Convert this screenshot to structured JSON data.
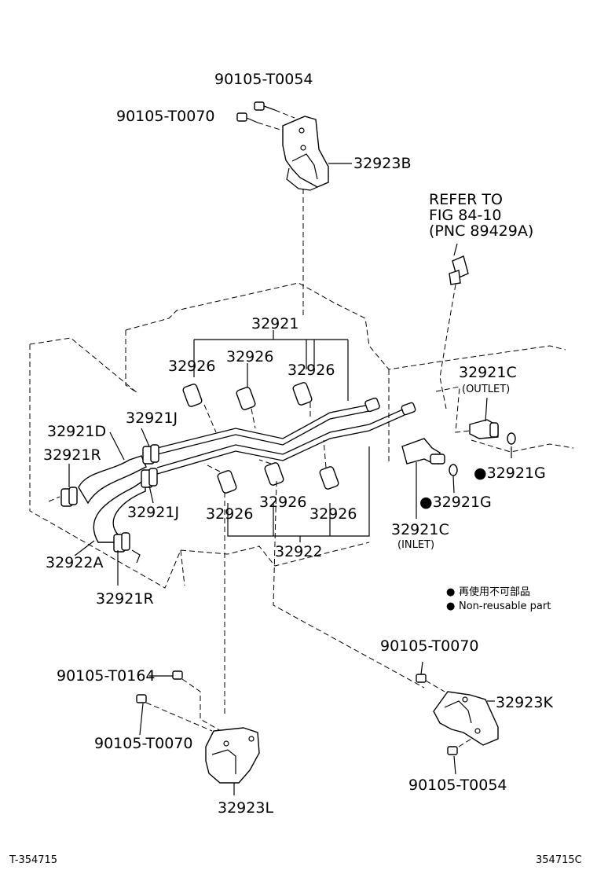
{
  "labels": {
    "bolt_top_1": "90105-T0054",
    "bolt_top_2": "90105-T0070",
    "bracket_b": "32923B",
    "refer_line1": "REFER TO",
    "refer_line2": "FIG 84-10",
    "refer_line3": "(PNC 89429A)",
    "tube_32921": "32921",
    "sleeve_1": "32926",
    "sleeve_2": "32926",
    "sleeve_3": "32926",
    "sleeve_4": "32926",
    "sleeve_5": "32926",
    "sleeve_6": "32926",
    "outlet_union": "32921C",
    "outlet_note": "(OUTLET)",
    "hose_d": "32921D",
    "clamp_j_upper": "32921J",
    "clamp_r_upper": "32921R",
    "clamp_j_lower": "32921J",
    "gasket_g_right": "32921G",
    "gasket_g_mid": "32921G",
    "inlet_union": "32921C",
    "inlet_note": "(INLET)",
    "hose_a": "32922A",
    "tube_32922": "32922",
    "clamp_r_lower": "32921R",
    "legend_jp": "再使用不可部品",
    "legend_en": "Non-reusable part",
    "bolt_right_1": "90105-T0070",
    "bracket_k": "32923K",
    "bolt_left_1": "90105-T0164",
    "bolt_left_2": "90105-T0070",
    "bolt_right_2": "90105-T0054",
    "bracket_l": "32923L",
    "footer_left": "T-354715",
    "footer_right": "354715C"
  },
  "markers": {
    "non_reusable": "●"
  }
}
